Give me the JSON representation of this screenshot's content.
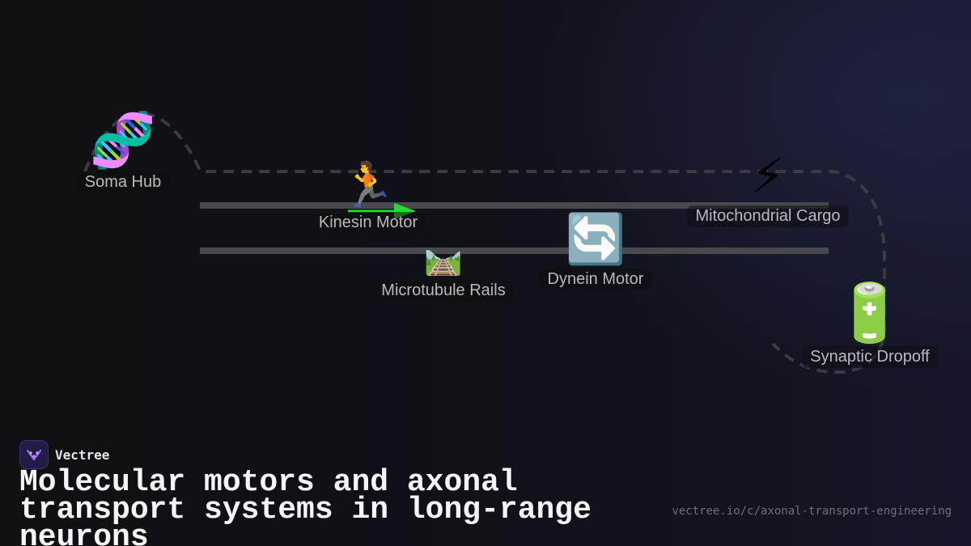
{
  "diagram": {
    "nodes": [
      {
        "id": "soma-hub",
        "emoji": "🧬",
        "label": "Soma Hub"
      },
      {
        "id": "kinesin-motor",
        "emoji": "🏃",
        "label": "Kinesin Motor"
      },
      {
        "id": "microtubule-rails",
        "emoji": "🛤️",
        "label": "Microtubule Rails"
      },
      {
        "id": "dynein-motor",
        "emoji": "🔄",
        "label": "Dynein Motor"
      },
      {
        "id": "mitochondrial-cargo",
        "emoji": "⚡",
        "label": "Mitochondrial Cargo"
      },
      {
        "id": "synaptic-dropoff",
        "emoji": "🔋",
        "label": "Synaptic Dropoff"
      }
    ],
    "colors": {
      "rail": "#48484d",
      "path": "#3a3a40",
      "arrow": "#22e02a",
      "label": "#b9b9c0"
    }
  },
  "footer": {
    "brand_name": "Vectree",
    "title": "Molecular motors and axonal transport systems in long-range neurons",
    "url": "vectree.io/c/axonal-transport-engineering"
  }
}
